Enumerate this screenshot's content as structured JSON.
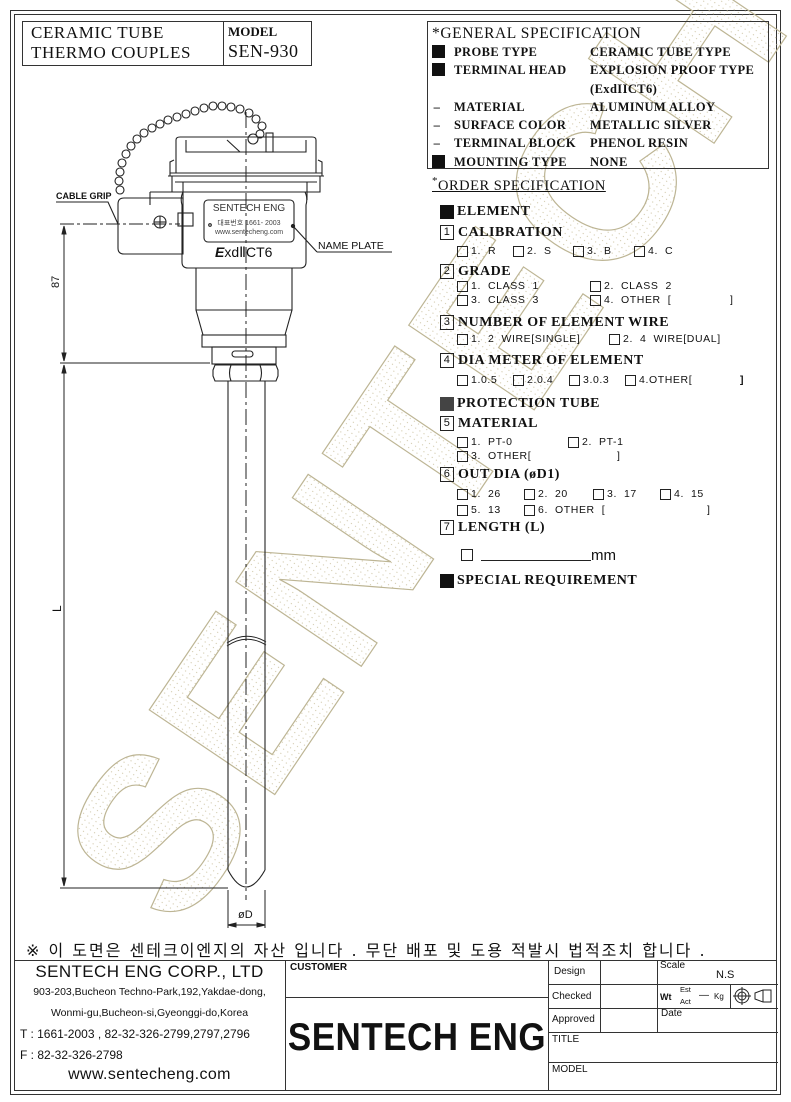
{
  "header": {
    "title_line1": "CERAMIC  TUBE",
    "title_line2": "THERMO  COUPLES",
    "model_label": "MODEL",
    "model_value": "SEN-930"
  },
  "general_spec": {
    "title": "*GENERAL  SPECIFICATION",
    "rows": [
      {
        "mark": "square",
        "label": "PROBE  TYPE",
        "value": "CERAMIC  TUBE  TYPE"
      },
      {
        "mark": "square",
        "label": "TERMINAL  HEAD",
        "value": "EXPLOSION  PROOF  TYPE"
      },
      {
        "mark": "none",
        "label": "",
        "value": "(ExdIICT6)"
      },
      {
        "mark": "dash",
        "label": "MATERIAL",
        "value": "ALUMINUM  ALLOY"
      },
      {
        "mark": "dash",
        "label": "SURFACE  COLOR",
        "value": "METALLIC  SILVER"
      },
      {
        "mark": "dash",
        "label": "TERMINAL  BLOCK",
        "value": "PHENOL  RESIN"
      },
      {
        "mark": "square",
        "label": "MOUNTING  TYPE",
        "value": "NONE"
      }
    ]
  },
  "order_spec": {
    "title": "ORDER  SPECIFICATION",
    "element_header": "ELEMENT",
    "calibration": {
      "num": "1",
      "title": "CALIBRATION",
      "options": [
        "1.  R",
        "2.  S",
        "3.  B",
        "4.  C"
      ]
    },
    "grade": {
      "num": "2",
      "title": "GRADE",
      "options": [
        "1.  CLASS  1",
        "2.  CLASS  2",
        "3.  CLASS  3",
        "4.  OTHER  [",
        "]"
      ]
    },
    "element_wire": {
      "num": "3",
      "title": "NUMBER  OF  ELEMENT  WIRE",
      "options": [
        "1.  2  WIRE[SINGLE]",
        "2.  4  WIRE[DUAL]"
      ]
    },
    "element_dia": {
      "num": "4",
      "title": "DIA  METER  OF  ELEMENT",
      "options": [
        "1.0.5",
        "2.0.4",
        "3.0.3",
        "4.OTHER[",
        "]"
      ]
    },
    "protection_header": "PROTECTION  TUBE",
    "material": {
      "num": "5",
      "title": "MATERIAL",
      "options": [
        "1.  PT-0",
        "2.  PT-1",
        "3.  OTHER[",
        "]"
      ]
    },
    "out_dia": {
      "num": "6",
      "title": "OUT  DIA  (øD1)",
      "options": [
        "1.  26",
        "2.  20",
        "3.  17",
        "4.  15",
        "5.  13",
        "6.  OTHER  [",
        "]"
      ]
    },
    "length": {
      "num": "7",
      "title": "LENGTH  (L)",
      "unit": "mm"
    },
    "special_header": "SPECIAL  REQUIREMENT"
  },
  "drawing": {
    "cable_grip_label": "CABLE  GRIP",
    "name_plate_label": "NAME  PLATE",
    "plate_line1": "SENTECH ENG",
    "plate_line2": "대표번호  1661- 2003",
    "plate_line3": "www.sentecheng.com",
    "exd_label_e": "E",
    "exd_label_rest": "xdⅡCT6",
    "dim_87": "87",
    "dim_L": "L",
    "dim_D": "øD",
    "watermark": "SENTECH ENG"
  },
  "footer": {
    "notice": "※  이 도면은 센테크이엔지의 자산 입니다 .  무단 배포 및 도용 적발시 법적조치 합니다 ."
  },
  "title_block": {
    "company": "SENTECH ENG CORP., LTD",
    "address1": "903-203,Bucheon Techno-Park,192,Yakdae-dong,",
    "address2": "Wonmi-gu,Bucheon-si,Gyeonggi-do,Korea",
    "phone": "T : 1661-2003 , 82-32-326-2799,2797,2796",
    "fax": "F : 82-32-326-2798",
    "website": "www.sentecheng.com",
    "customer_label": "CUSTOMER",
    "brand": "SENTECH ENG",
    "design_label": "Design",
    "checked_label": "Checked",
    "approved_label": "Approved",
    "scale_label": "Scale",
    "scale_value": "N.S",
    "wt_label": "Wt",
    "est_label": "Est",
    "act_label": "Act",
    "wt_value": "—",
    "kg_label": "Kg",
    "date_label": "Date",
    "title_label": "TITLE",
    "model_label": "MODEL"
  }
}
